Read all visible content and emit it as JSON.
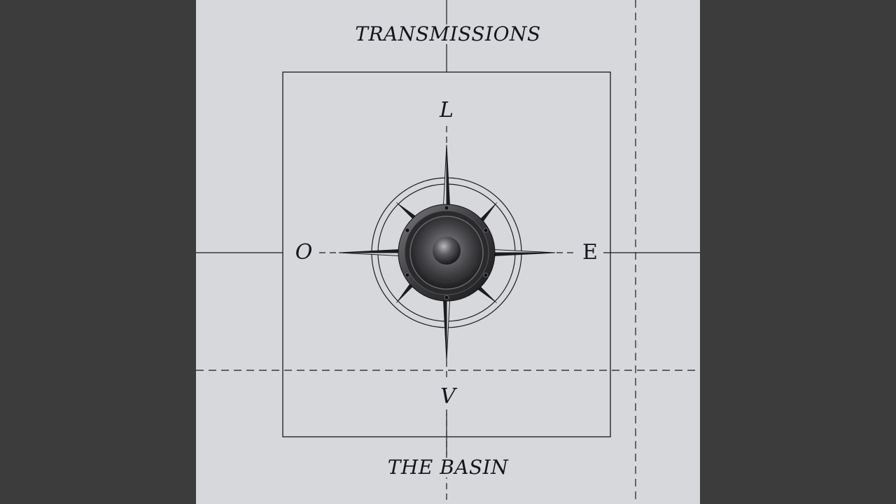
{
  "cover": {
    "top_title": "TRANSMISSIONS",
    "bottom_title": "THE BASIN",
    "letters": {
      "north": "L",
      "west": "O",
      "east": "E",
      "south": "V"
    },
    "center_icon": "speaker-icon",
    "rose_icon": "compass-rose-icon"
  },
  "colors": {
    "page_background": "#3c3c3c",
    "cover_background": "#d7d8dc",
    "ink": "#14161c",
    "speaker_dark": "#2a2a2c"
  }
}
